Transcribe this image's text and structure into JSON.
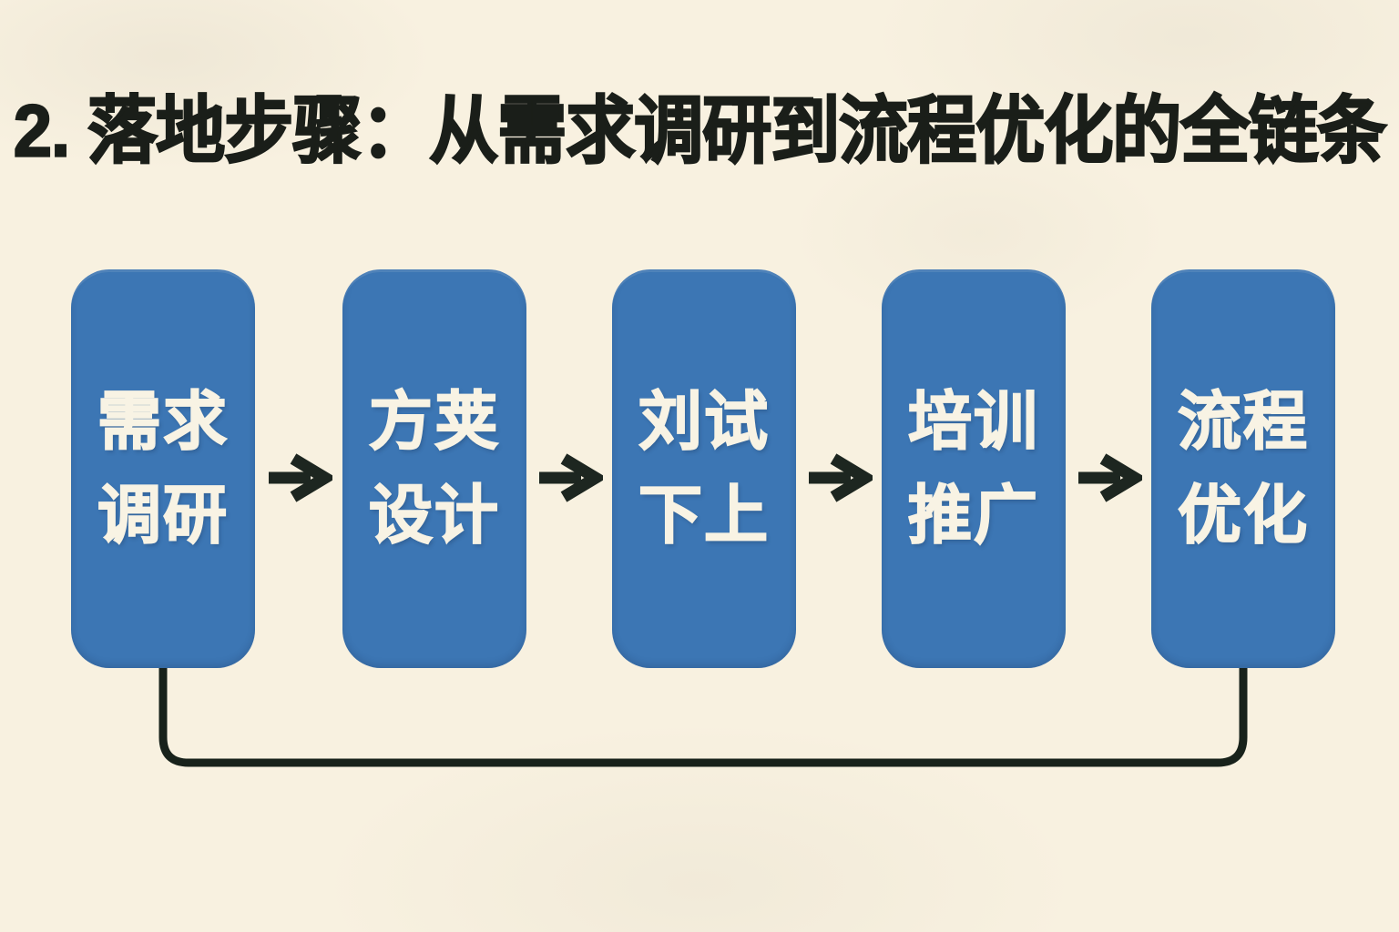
{
  "title": {
    "text": "2. 落地步骤：从需求调研到流程优化的全链条"
  },
  "flow": {
    "steps": [
      {
        "id": "step-1",
        "line1": "需求",
        "line2": "调研"
      },
      {
        "id": "step-2",
        "line1": "方荚",
        "line2": "设计"
      },
      {
        "id": "step-3",
        "line1": "刘试",
        "line2": "下上"
      },
      {
        "id": "step-4",
        "line1": "培训",
        "line2": "推广"
      },
      {
        "id": "step-5",
        "line1": "流程",
        "line2": "优化"
      }
    ],
    "arrow_glyph": "→",
    "arrow_count": 4,
    "loop": {
      "connects": [
        "step-1",
        "step-5"
      ],
      "position": "bottom",
      "shape": "u-connector"
    }
  },
  "colors": {
    "background": "#f8f1e0",
    "box_fill": "#3c76b4",
    "box_text": "#f8f3e4",
    "title_text": "#1a1e19",
    "arrow": "#1d2620",
    "loop_line": "#18221b"
  }
}
